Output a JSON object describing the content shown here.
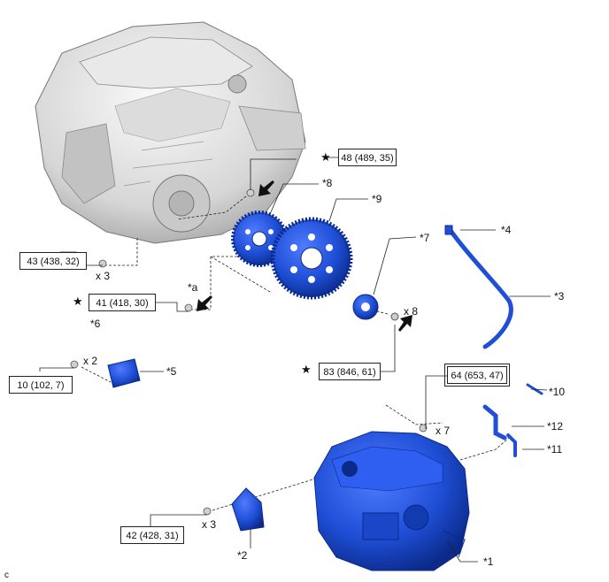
{
  "diagram": {
    "torque_specs": [
      {
        "id": "t48",
        "value": "48 (489, 35)",
        "star": true
      },
      {
        "id": "t43",
        "value": "43 (438, 32)",
        "star": false
      },
      {
        "id": "t41",
        "value": "41 (418, 30)",
        "star": true
      },
      {
        "id": "t10",
        "value": "10 (102, 7)",
        "star": false
      },
      {
        "id": "t83",
        "value": "83 (846, 61)",
        "star": true
      },
      {
        "id": "t64",
        "value": "64 (653, 47)",
        "star": false
      },
      {
        "id": "t42",
        "value": "42 (428, 31)",
        "star": false
      }
    ],
    "quantities": {
      "q43": "x 3",
      "q10": "x 2",
      "q83": "x 8",
      "q64": "x 7",
      "q42": "x 3"
    },
    "callouts": {
      "c1": "*1",
      "c2": "*2",
      "c3": "*3",
      "c4": "*4",
      "c5": "*5",
      "c6": "*6",
      "c7": "*7",
      "c8": "*8",
      "c9": "*9",
      "c10": "*10",
      "c11": "*11",
      "c12": "*12",
      "ca": "*a"
    },
    "star_symbol": "★",
    "corner_mark": "c",
    "colors": {
      "part_blue": "#1f4fd6",
      "part_blue_dark": "#0b2a8a",
      "engine_gray": "#d9d9d9",
      "line": "#222222"
    }
  }
}
